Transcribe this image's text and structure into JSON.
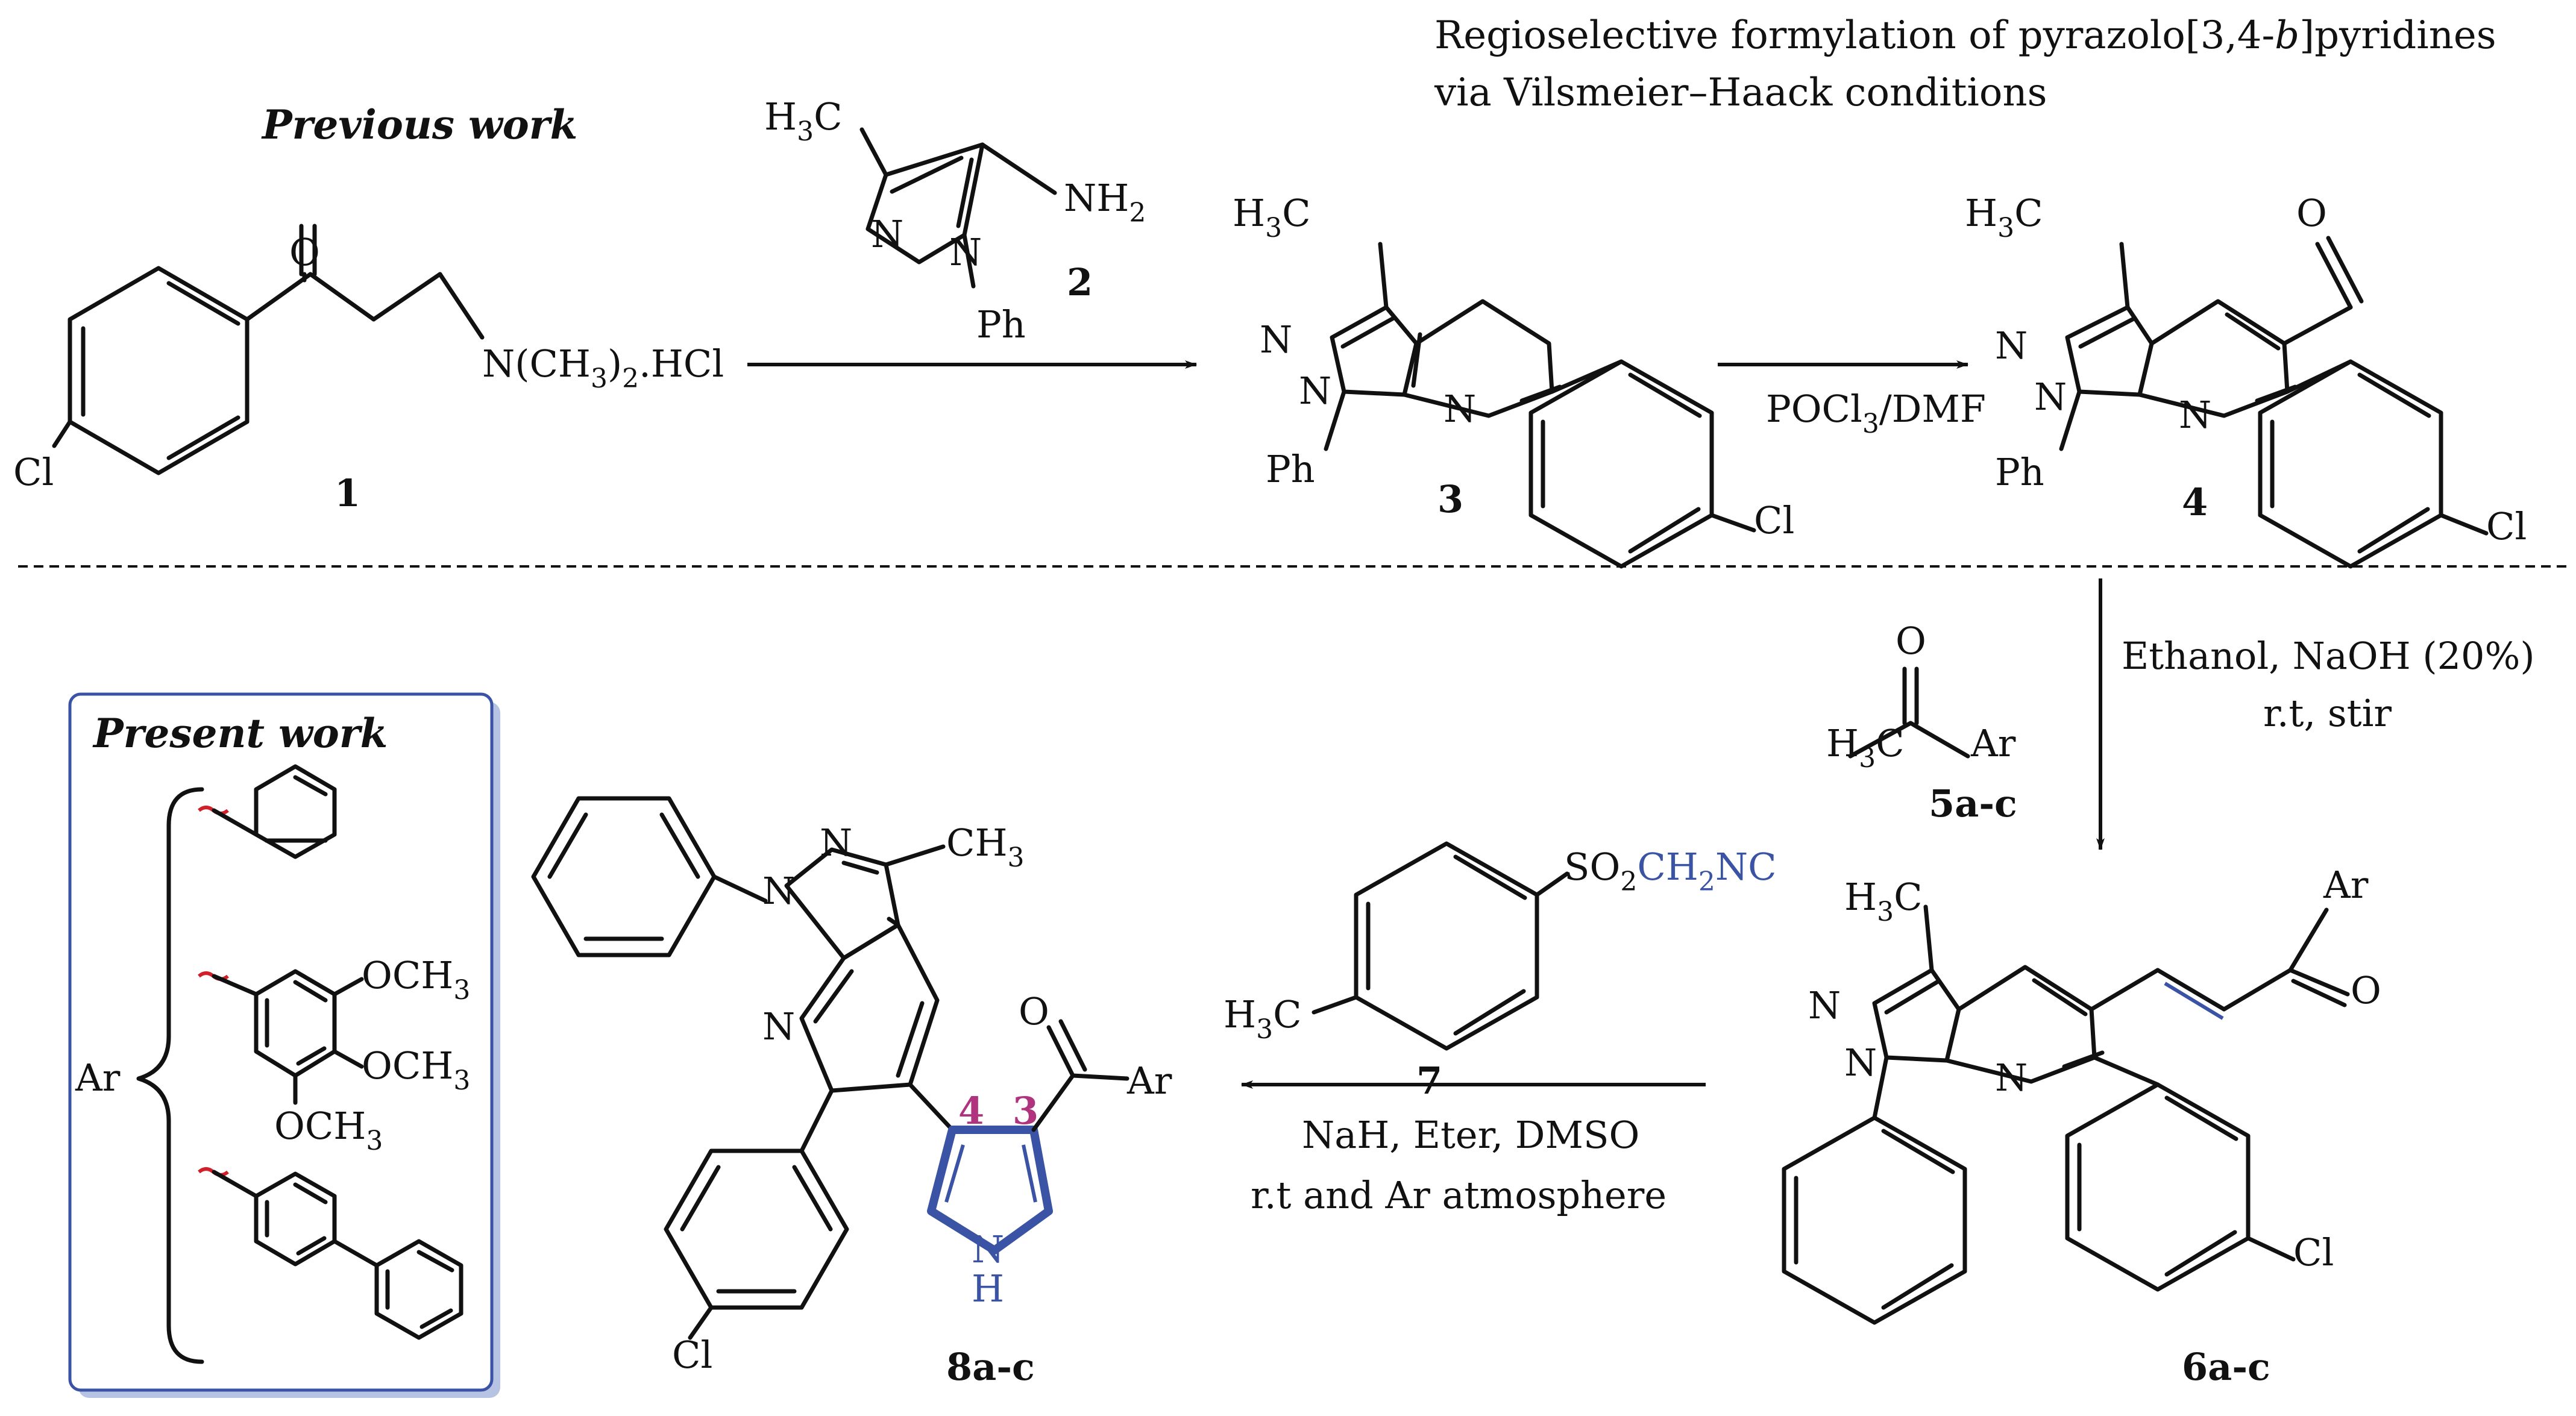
{
  "header": {
    "title_line1_a": "Regioselective formylation of pyrazolo[3,4-",
    "title_line1_b": "b",
    "title_line1_c": "]pyridines",
    "title_line2": "via Vilsmeier–Haack conditions",
    "previous_work": "Previous work",
    "present_work": "Present work"
  },
  "compounds": {
    "c1": "1",
    "c2": "2",
    "c3": "3",
    "c4": "4",
    "c5": "5a-c",
    "c6": "6a-c",
    "c7": "7",
    "c8": "8a-c"
  },
  "atoms": {
    "O": "O",
    "N": "N",
    "Cl": "Cl",
    "Ph": "Ph",
    "H3C": "H",
    "three": "3",
    "C": "C",
    "amine_salt_a": "N(CH",
    "amine_salt_b": "3",
    "amine_salt_c": ")",
    "amine_salt_d": "2",
    "amine_salt_e": ".HCl",
    "NH2_a": "NH",
    "NH2_b": "2",
    "Ar": "Ar",
    "CH3_a": "CH",
    "CH3_b": "3",
    "OCH3_a": "OCH",
    "OCH3_b": "3",
    "NH_N": "N",
    "NH_H": "H",
    "SO2_a": "SO",
    "SO2_b": "2",
    "CH2NC_a": "CH",
    "CH2NC_b": "2",
    "CH2NC_c": "NC",
    "pos4": "4",
    "pos3": "3"
  },
  "conditions": {
    "step2": "POCl",
    "step2_sub": "3",
    "step2_tail": "/DMF",
    "step3_line1": "Ethanol, NaOH (20%)",
    "step3_line2": "r.t, stir",
    "step4_line1": "NaH, Eter, DMSO",
    "step4_line2": "r.t and Ar atmosphere"
  },
  "colors": {
    "accent_blue": "#3a53a4",
    "position_pink": "#b0337e",
    "wavy_red": "#d0202a",
    "box_border": "#3a53a4",
    "box_shadow": "#b7c3e3"
  }
}
